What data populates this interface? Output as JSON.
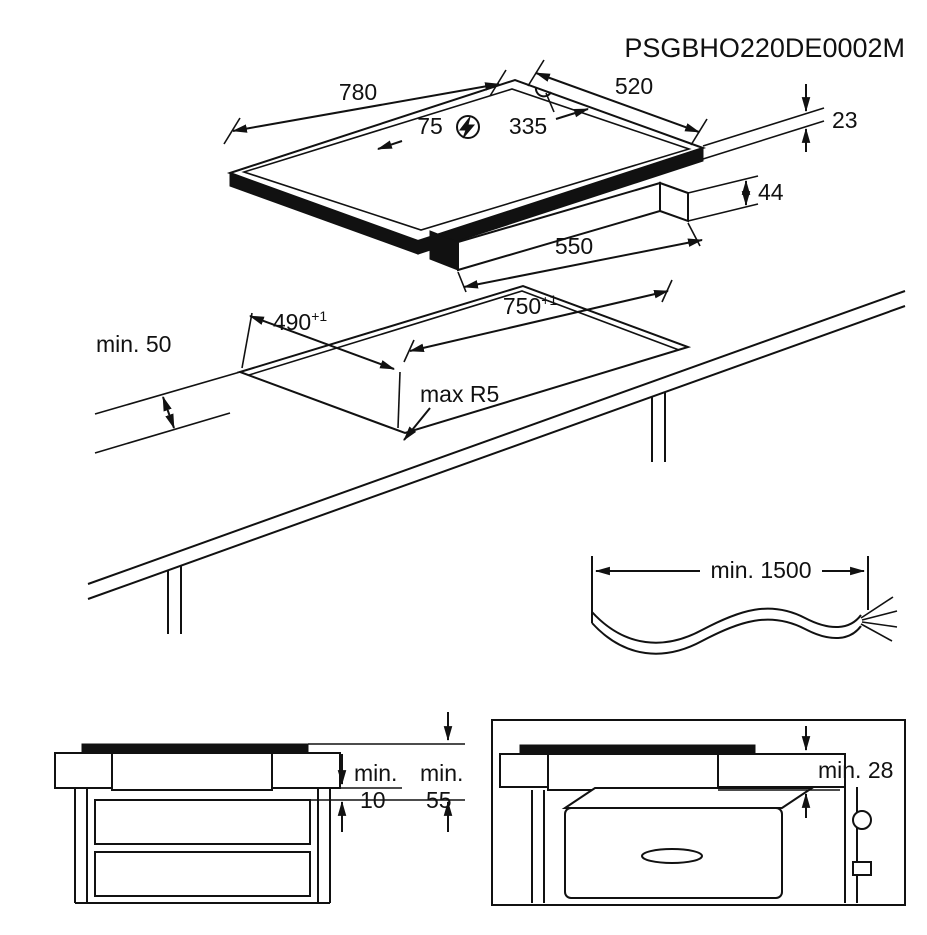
{
  "meta": {
    "part_number": "PSGBHO220DE0002M"
  },
  "colors": {
    "line": "#111111",
    "background": "#ffffff"
  },
  "icons": {
    "power_connection": "circle-with-lightning-bolt",
    "cable": "wavy-stripped-cable"
  },
  "top_view": {
    "dim_width": "780",
    "dim_depth": "520",
    "dim_cable_left": "75",
    "dim_cable_right": "335",
    "dim_glass_thickness": "23",
    "dim_housing_height": "44",
    "dim_housing_width": "550"
  },
  "cutout_view": {
    "edge_clearance": "min. 50",
    "depth": "490",
    "depth_tol": "+1",
    "width": "750",
    "width_tol": "+1",
    "corner_radius": "max R5"
  },
  "cable_view": {
    "length": "min. 1500"
  },
  "drawer_view": {
    "min_label_1": "min.",
    "value_1": "10",
    "min_label_2": "min.",
    "value_2": "55"
  },
  "oven_view": {
    "clearance": "min. 28"
  }
}
